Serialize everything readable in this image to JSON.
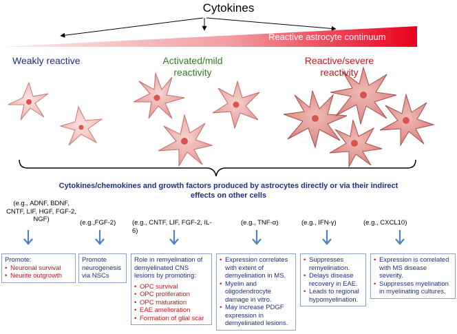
{
  "title": "Cytokines",
  "continuum_label": "Reactive astrocyte continuum",
  "stages": {
    "weak": "Weakly reactive",
    "mild": "Activated/mild reactivity",
    "severe": "Reactive/severe reactivity"
  },
  "summary": "Cytokines/chemokines and growth factors produced by astrocytes directly or via their indirect effects on other cells",
  "columns": [
    {
      "example": "(e.g., ADNF, BDNF, CNTF, LIF, HGF, FGF-2, NGF)",
      "heading": "Promote:",
      "items": [
        "Neuronal survival",
        "Neurite outgrowth"
      ]
    },
    {
      "example": "(e.g.,FGF-2)",
      "heading": "Promote neurogenesis via NSCs",
      "items": []
    },
    {
      "example": "(e.g., CNTF, LIF, FGF-2, IL-6)",
      "heading": "Role in remyelination of demyelinated CNS lesions by promoting:",
      "items": [
        "OPC survival",
        "OPC proliferation",
        "OPC maturation",
        "EAE amelioration",
        "Formation of glial scar"
      ]
    },
    {
      "example": "(e.g., TNF-α)",
      "heading": "",
      "items": [
        "Expression correlates with extent of demyelination in MS.",
        "Myelin and oligodendrocyte damage in vitro.",
        "May increase PDGF expression in demyelinated lesions."
      ]
    },
    {
      "example": "(e.g., IFN-γ)",
      "heading": "",
      "items": [
        "Suppresses remyelination.",
        "Delays disease recovery in EAE.",
        "Leads to regional hypomyelination."
      ]
    },
    {
      "example": "(e.g., CXCL10)",
      "heading": "",
      "items": [
        "Expression is correlated with MS disease severity.",
        "Suppresses myelination in myelinating cultures."
      ]
    }
  ],
  "colors": {
    "weak": "#1f2d86",
    "mild": "#2f7d1c",
    "severe": "#c4151c",
    "wedge_start": "#f7dada",
    "wedge_end": "#e8001c",
    "arrow": "#4f81bd"
  }
}
